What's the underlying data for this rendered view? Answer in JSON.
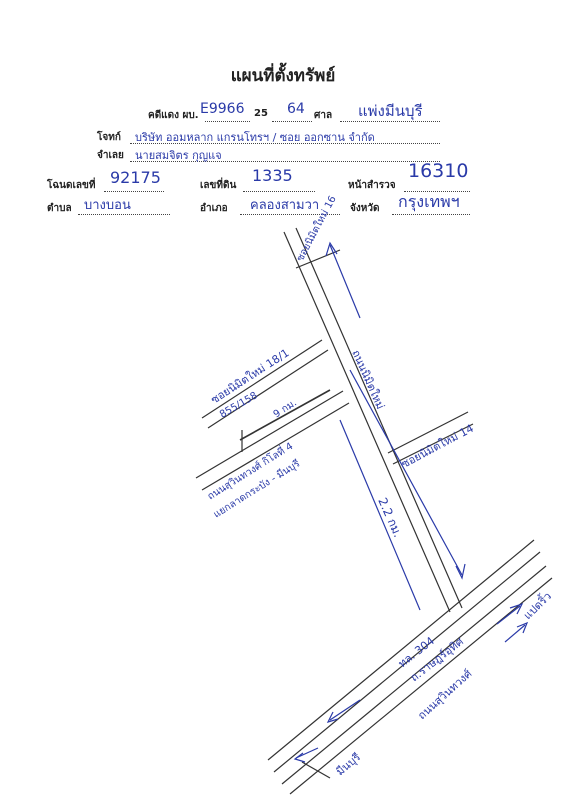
{
  "title": "แผนที่ตั้งทรัพย์",
  "case": {
    "label": "คดีแดง ผบ.",
    "number": "E9966",
    "day": "25",
    "year": "64",
    "court_label": "ศาล",
    "court": "แพ่งมีนบุรี"
  },
  "plaintiff": {
    "label": "โจทก์",
    "value": "บริษัท ออมหลาก แกรนโทรฯ / ซอย ออกซาน จำกัด"
  },
  "defendant": {
    "label": "จำเลย",
    "value": "นายสมจิตร กุญแจ"
  },
  "deed": {
    "deed_no_label": "โฉนดเลขที่",
    "deed_no": "92175",
    "land_no_label": "เลขที่ดิน",
    "land_no": "1335",
    "survey_page_label": "หน้าสำรวจ",
    "survey_page": "16310"
  },
  "location": {
    "subdistrict_label": "ตำบล",
    "subdistrict": "บางบอน",
    "district_label": "อำเภอ",
    "district": "คลองสามวา",
    "province_label": "จังหวัด",
    "province": "กรุงเทพฯ"
  },
  "map": {
    "soi_16": "ซอยนิมิตใหม่ 16",
    "soi_18_1": "ซอยนิมิตใหม่ 18/1",
    "soi_14": "ซอยนิมิตใหม่ 14",
    "main_road": "ถนนนิมิตใหม่",
    "plot_no": "855/158",
    "plot_dist": "9 กม.",
    "side_road_1": "ถนนสุวินทวงศ์ กิโลที่ 4",
    "side_road_2": "แยกลาดกระบัง - มีนบุรี",
    "distance": "2.2 กม.",
    "road_304": "ทล. 304",
    "road_304_name": "ถ.ราษฎร์อุทิศ",
    "road_bottom": "ถนนสุวินทวงศ์",
    "to_left": "มีนบุรี",
    "to_right": "แปดริ้ว"
  }
}
